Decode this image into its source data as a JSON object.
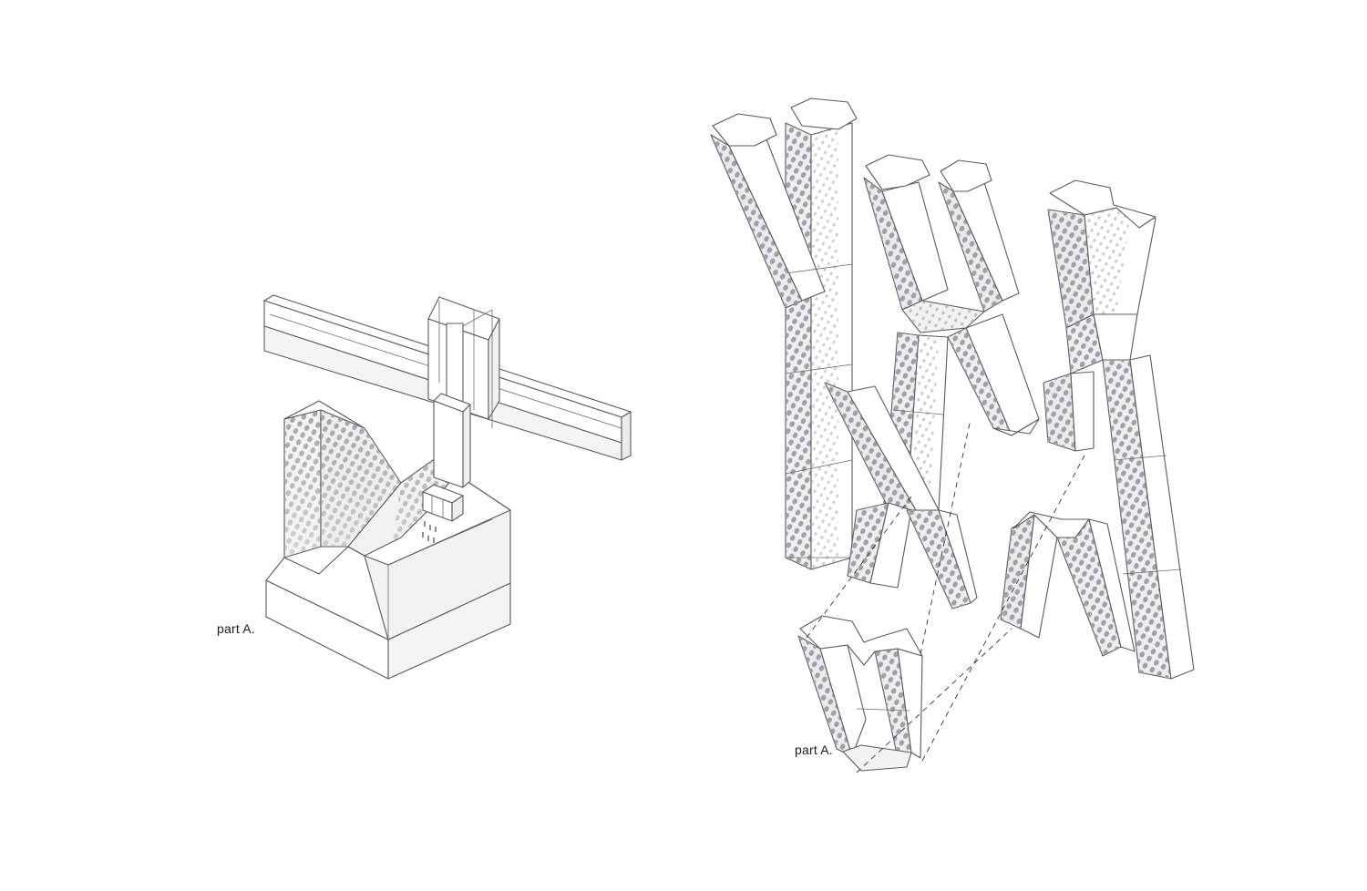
{
  "labels": {
    "left": "part A.",
    "right": "part A."
  },
  "colors": {
    "background": "#ffffff",
    "face_light": "#ffffff",
    "face_mid": "#eeeeef",
    "face_shade": "#dcdce0",
    "halftone_dot": "#9fa1a8",
    "edge": "#5a5a5a"
  },
  "illustrations": [
    {
      "name": "robot-gantry-milling-foam-block"
    },
    {
      "name": "branching-column-assembly-exploded"
    }
  ]
}
